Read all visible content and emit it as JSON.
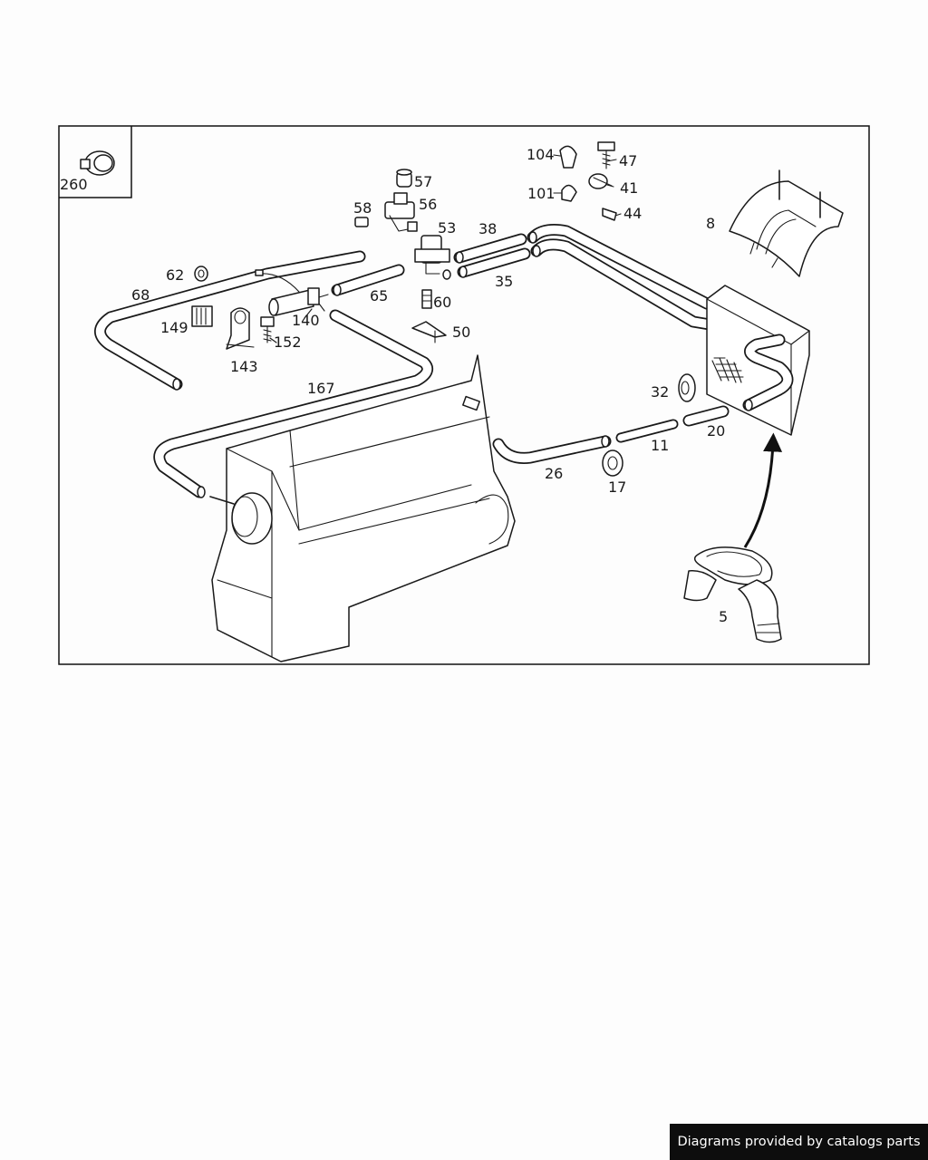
{
  "diagram": {
    "part_labels": {
      "p260": "260",
      "p104": "104",
      "p47": "47",
      "p101": "101",
      "p41": "41",
      "p44": "44",
      "p57": "57",
      "p58": "58",
      "p56": "56",
      "p53": "53",
      "p38": "38",
      "p8": "8",
      "p62": "62",
      "p68": "68",
      "p65": "65",
      "p35": "35",
      "p60": "60",
      "p140": "140",
      "p149": "149",
      "p152": "152",
      "p50": "50",
      "p143": "143",
      "p167": "167",
      "p32": "32",
      "p20": "20",
      "p11": "11",
      "p26": "26",
      "p17": "17",
      "p5": "5"
    }
  },
  "footer": {
    "credit": "Diagrams provided by catalogs parts"
  }
}
